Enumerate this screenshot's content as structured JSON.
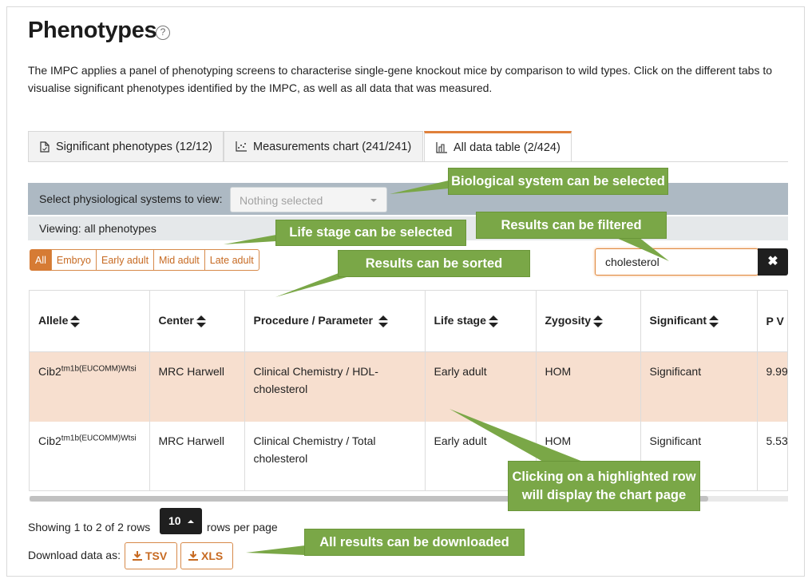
{
  "page": {
    "title": "Phenotypes",
    "help_icon": "question-circle-icon",
    "intro": "The IMPC applies a panel of phenotyping screens to characterise single-gene knockout mice by comparison to wild types. Click on the different tabs to visualise significant phenotypes identified by the IMPC, as well as all data that was measured."
  },
  "tabs": [
    {
      "label": "Significant phenotypes (12/12)",
      "icon": "document-icon",
      "active": false
    },
    {
      "label": "Measurements chart (241/241)",
      "icon": "scatter-chart-icon",
      "active": false
    },
    {
      "label": "All data table (2/424)",
      "icon": "table-chart-icon",
      "active": true
    }
  ],
  "filters": {
    "system_label": "Select physiological systems to view:",
    "system_placeholder": "Nothing selected",
    "viewing": "Viewing: all phenotypes",
    "life_stages": [
      "All",
      "Embryo",
      "Early adult",
      "Mid adult",
      "Late adult"
    ],
    "life_stage_selected": "All",
    "search_value": "cholesterol",
    "clear_icon": "close-icon"
  },
  "table": {
    "headers": [
      "Allele",
      "Center",
      "Procedure / Parameter",
      "Life stage",
      "Zygosity",
      "Significant",
      "P V"
    ],
    "rows": [
      {
        "allele": "Cib2",
        "allele_sup": "tm1b(EUCOMM)Wtsi",
        "center": "MRC Harwell",
        "procedure": "Clinical Chemistry / HDL-cholesterol",
        "life_stage": "Early adult",
        "zygosity": "HOM",
        "significant": "Significant",
        "p_value": "9.99",
        "highlighted": true
      },
      {
        "allele": "Cib2",
        "allele_sup": "tm1b(EUCOMM)Wtsi",
        "center": "MRC Harwell",
        "procedure": "Clinical Chemistry / Total cholesterol",
        "life_stage": "Early adult",
        "zygosity": "HOM",
        "significant": "Significant",
        "p_value": "5.53",
        "highlighted": false
      }
    ]
  },
  "pagination": {
    "showing": "Showing 1 to 2 of 2 rows",
    "page_size": "10",
    "per_page": "rows per page"
  },
  "download": {
    "label": "Download data as:",
    "tsv": "TSV",
    "xls": "XLS",
    "icon": "download-icon"
  },
  "callouts": {
    "system": "Biological system can be selected",
    "life_stage": "Life stage can be selected",
    "filtered": "Results can be filtered",
    "sorted": "Results can be sorted",
    "row_click_1": "Clicking on a highlighted row",
    "row_click_2": "will display the chart page",
    "download": "All results can be downloaded"
  },
  "colors": {
    "accent": "#d67b34",
    "callout": "#7aa747",
    "highlight_row": "#f7dfcf",
    "system_bar": "#adb9c3"
  }
}
